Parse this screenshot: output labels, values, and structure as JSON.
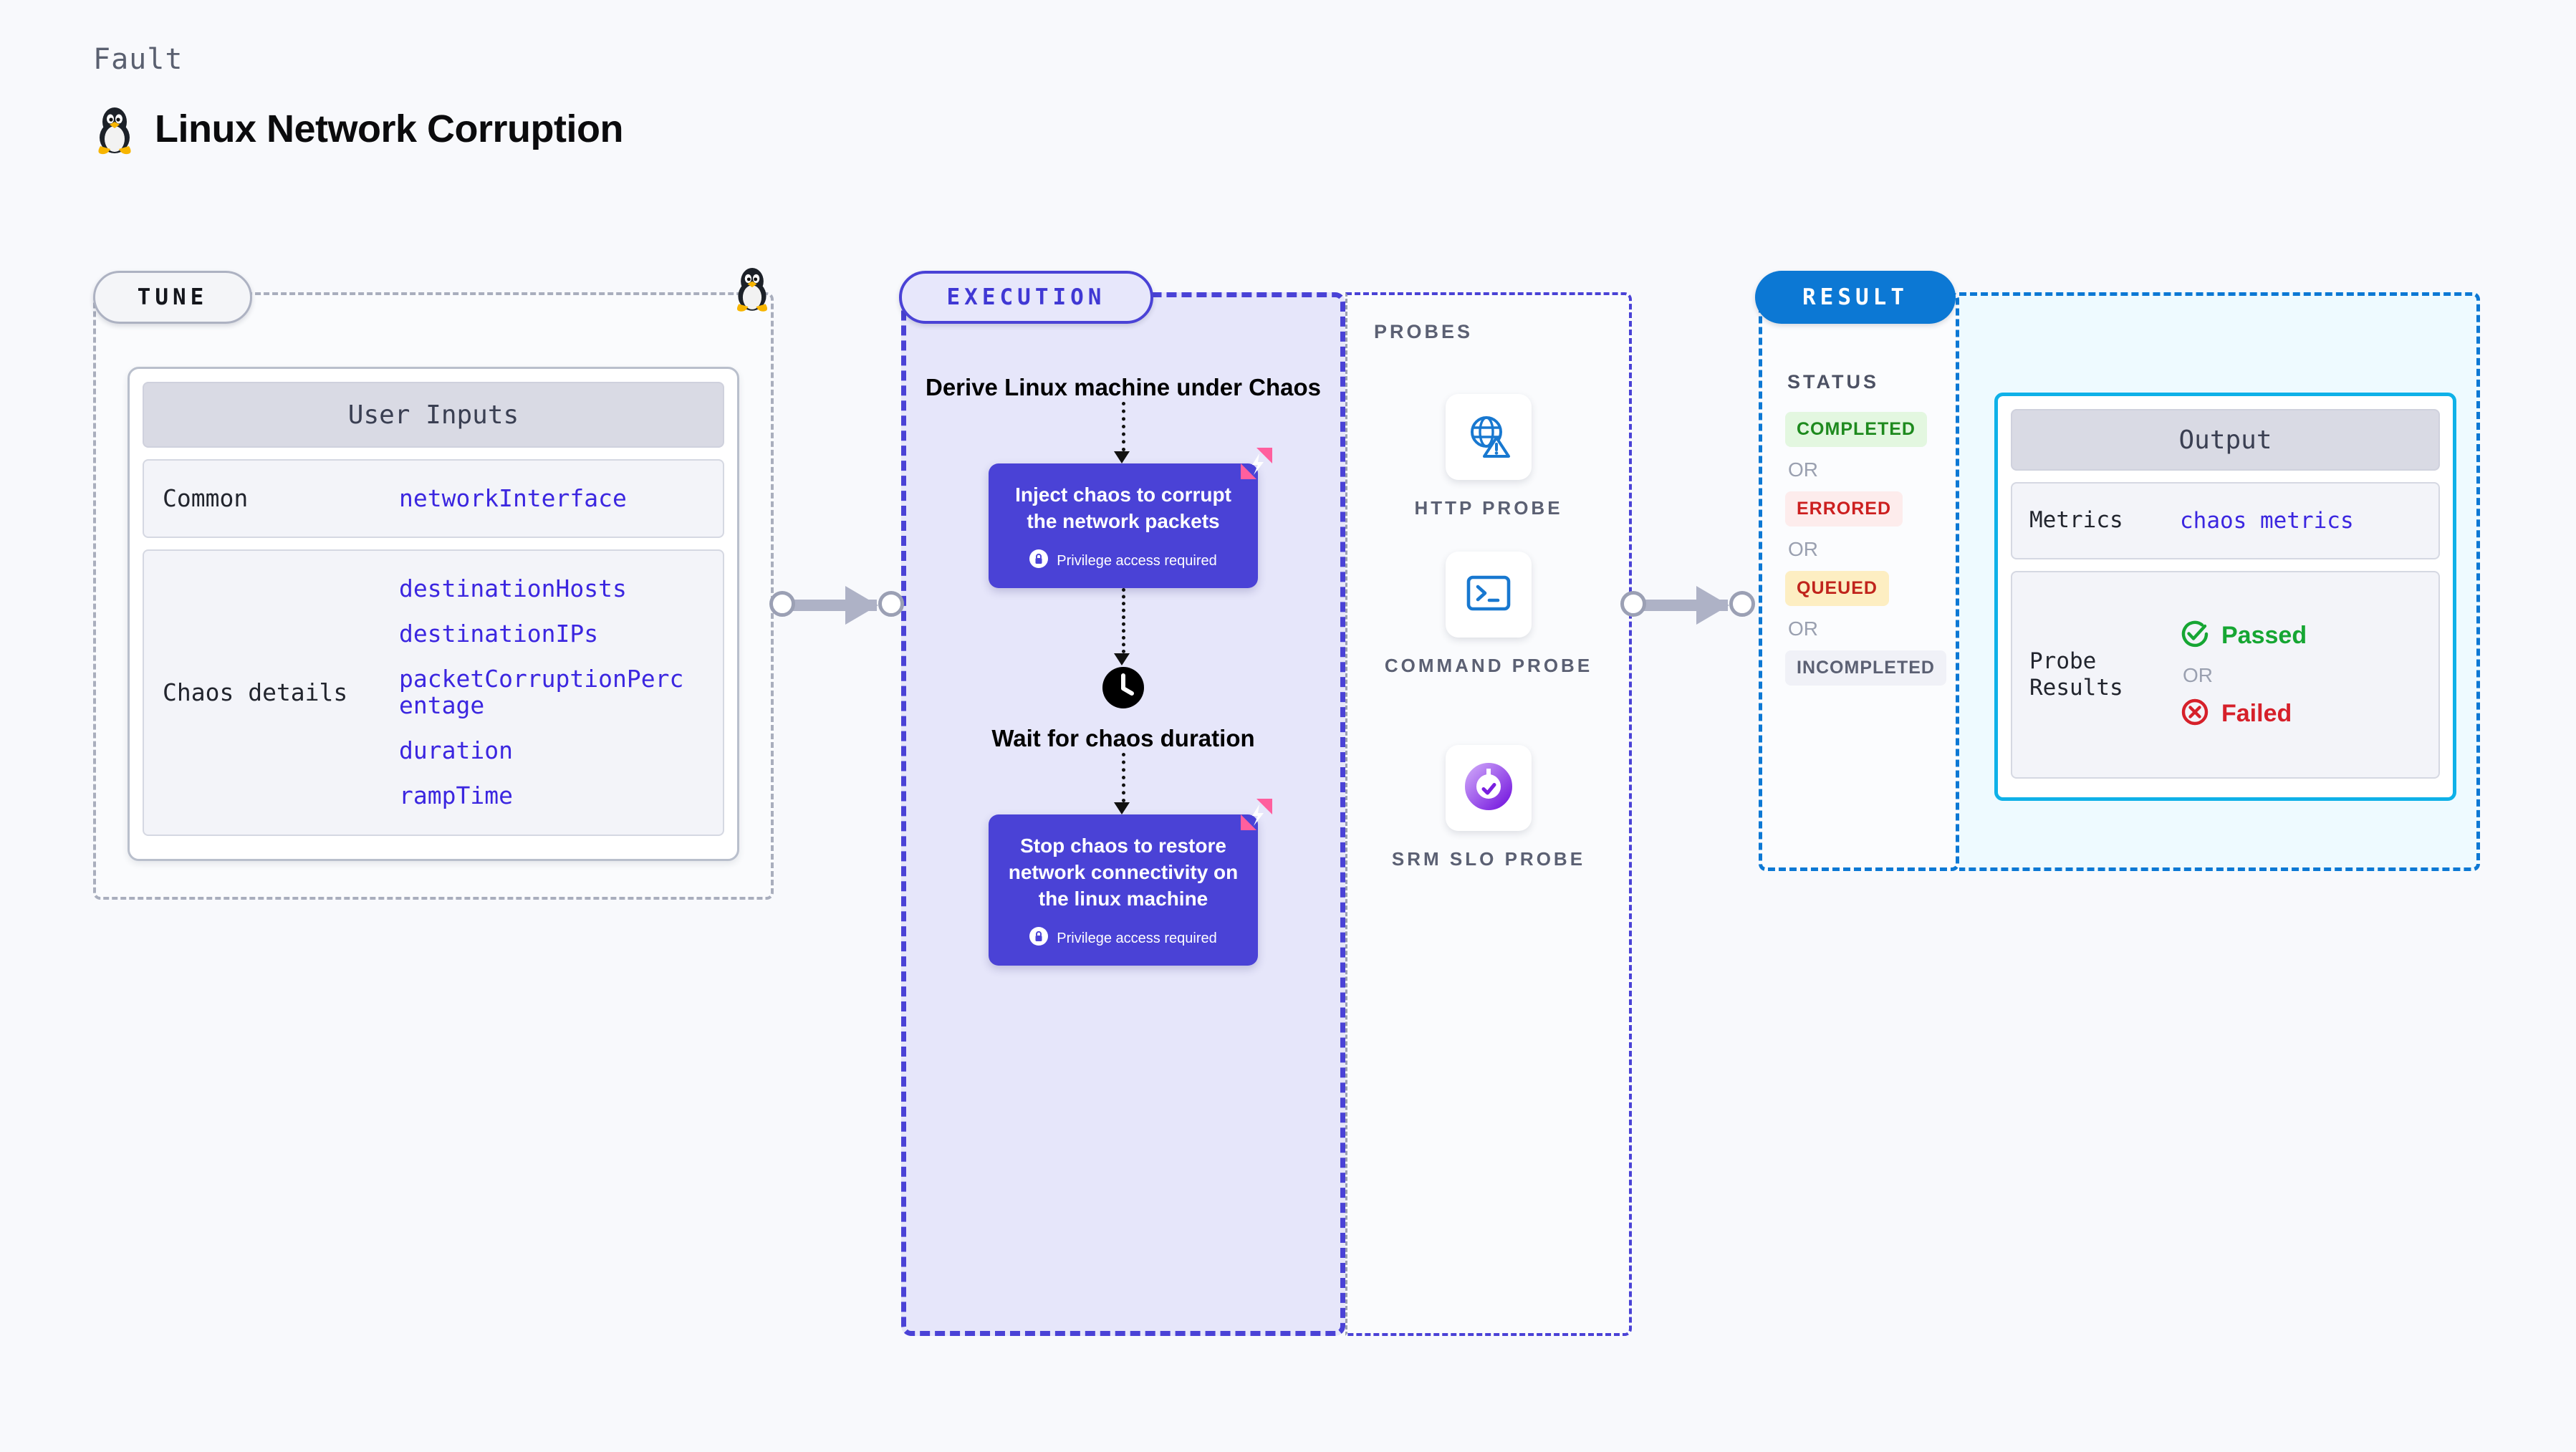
{
  "header": {
    "kind_label": "Fault",
    "title": "Linux Network Corruption",
    "icon": "linux-tux-icon"
  },
  "stages": {
    "tune": {
      "label": "TUNE"
    },
    "execution": {
      "label": "EXECUTION"
    },
    "result": {
      "label": "RESULT"
    }
  },
  "tune": {
    "card_title": "User Inputs",
    "rows": [
      {
        "label": "Common",
        "values": [
          "networkInterface"
        ]
      },
      {
        "label": "Chaos details",
        "values": [
          "destinationHosts",
          "destinationIPs",
          "packetCorruptionPercentage",
          "duration",
          "rampTime"
        ]
      }
    ]
  },
  "execution": {
    "start_text": "Derive Linux machine under Chaos",
    "steps": [
      {
        "text": "Inject chaos to corrupt the network packets",
        "privilege_note": "Privilege access required",
        "badge_icon": "lock-icon",
        "corner_icon": "harness-logo-icon"
      },
      {
        "text": "Stop chaos to restore network connectivity on the linux machine",
        "privilege_note": "Privilege access required",
        "badge_icon": "lock-icon",
        "corner_icon": "harness-logo-icon"
      }
    ],
    "wait": {
      "icon": "clock-icon",
      "text": "Wait for chaos duration"
    }
  },
  "probes": {
    "label": "PROBES",
    "items": [
      {
        "name": "HTTP PROBE",
        "icon": "globe-warning-icon"
      },
      {
        "name": "COMMAND PROBE",
        "icon": "terminal-icon"
      },
      {
        "name": "SRM SLO PROBE",
        "icon": "slo-donut-check-icon"
      }
    ]
  },
  "result": {
    "status_label": "STATUS",
    "or_label": "OR",
    "statuses": [
      {
        "text": "COMPLETED",
        "bg": "#e3f7e0",
        "fg": "#1e8a1e"
      },
      {
        "text": "ERRORED",
        "bg": "#fdecec",
        "fg": "#cc1f1f"
      },
      {
        "text": "QUEUED",
        "bg": "#fdeec2",
        "fg": "#c0241c"
      },
      {
        "text": "INCOMPLETED",
        "bg": "#f0f1f7",
        "fg": "#5b6073"
      }
    ],
    "output": {
      "card_title": "Output",
      "metrics_label": "Metrics",
      "metrics_value": "chaos metrics",
      "probe_results_label": "Probe Results",
      "passed_text": "Passed",
      "failed_text": "Failed",
      "passed_icon": "check-circle-icon",
      "failed_icon": "x-circle-icon",
      "or_label": "OR"
    }
  },
  "colors": {
    "page_bg": "#f8f9fc",
    "execution_accent": "#4a42d6",
    "result_accent": "#0c78d4",
    "output_accent": "#0fb1e8",
    "value_blue": "#3b26e0",
    "harness_pink": "#ff5f9e"
  }
}
